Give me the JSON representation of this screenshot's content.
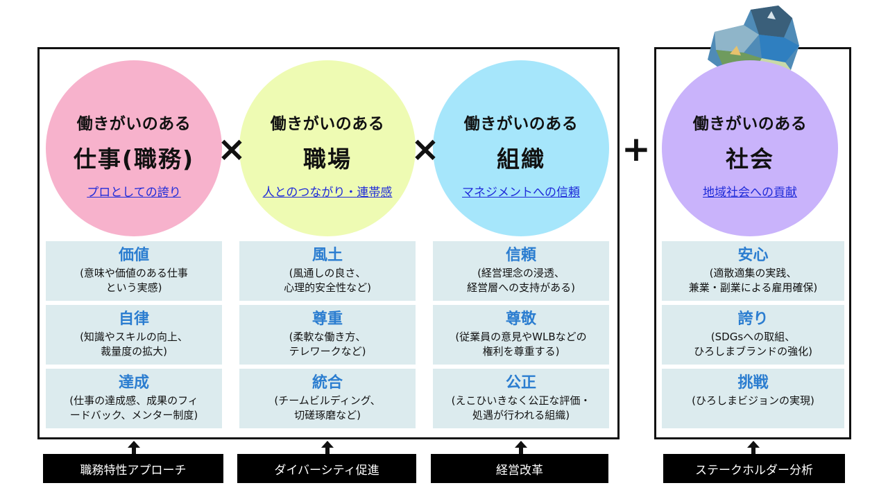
{
  "circles": [
    {
      "line1": "働きがいのある",
      "line2": "仕事(職務)",
      "line3": "プロとしての誇り",
      "color": "#f7b2cc"
    },
    {
      "line1": "働きがいのある",
      "line2": "職場",
      "line3": "人とのつながり・連帯感",
      "color": "#eefbb3"
    },
    {
      "line1": "働きがいのある",
      "line2": "組織",
      "line3": "マネジメントへの信頼",
      "color": "#a6e6fb"
    },
    {
      "line1": "働きがいのある",
      "line2": "社会",
      "line3": "地域社会への貢献",
      "color": "#c9b3fb"
    }
  ],
  "operators": {
    "times1": "×",
    "times2": "×",
    "plus": "+"
  },
  "boxes": [
    [
      {
        "title": "価値",
        "desc": "(意味や価値のある仕事\nという実感)"
      },
      {
        "title": "自律",
        "desc": "(知識やスキルの向上、\n裁量度の拡大)"
      },
      {
        "title": "達成",
        "desc": "(仕事の達成感、成果のフィ\nードバック、メンター制度)"
      }
    ],
    [
      {
        "title": "風土",
        "desc": "(風通しの良さ、\n心理的安全性など)"
      },
      {
        "title": "尊重",
        "desc": "(柔軟な働き方、\nテレワークなど)"
      },
      {
        "title": "統合",
        "desc": "(チームビルディング、\n切磋琢磨など)"
      }
    ],
    [
      {
        "title": "信頼",
        "desc": "(経営理念の浸透、\n経営層への支持がある)"
      },
      {
        "title": "尊敬",
        "desc": "(従業員の意見やWLBなどの\n権利を尊重する)"
      },
      {
        "title": "公正",
        "desc": "(えこひいきなく公正な評価・\n処遇が行われる組織)"
      }
    ],
    [
      {
        "title": "安心",
        "desc": "(適散適集の実践、\n兼業・副業による雇用確保)"
      },
      {
        "title": "誇り",
        "desc": "(SDGsへの取組、\nひろしまブランドの強化)"
      },
      {
        "title": "挑戦",
        "desc": "(ひろしまビジョンの実現)"
      }
    ]
  ],
  "footers": [
    "職務特性アプローチ",
    "ダイバーシティ促進",
    "経営改革",
    "ステークホルダー分析"
  ]
}
